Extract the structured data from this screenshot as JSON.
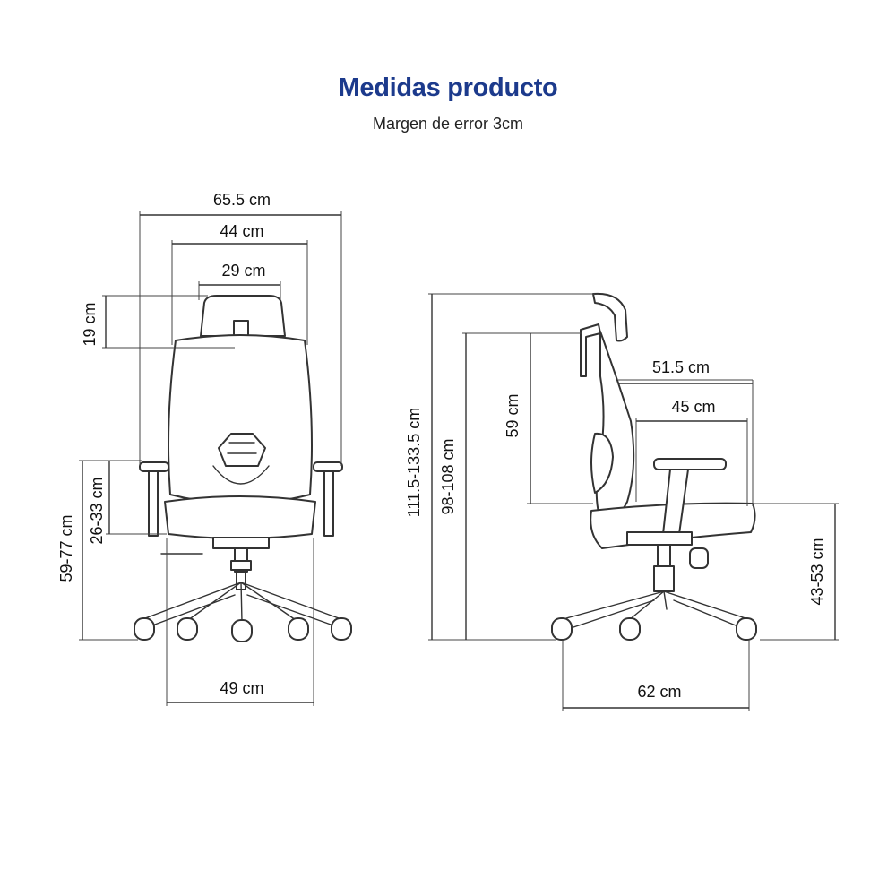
{
  "header": {
    "title": "Medidas producto",
    "subtitle": "Margen de error 3cm"
  },
  "front_view": {
    "overall_width": "65.5 cm",
    "backrest_width": "44 cm",
    "headrest_width": "29 cm",
    "headrest_height": "19 cm",
    "armrest_height": "59-77 cm",
    "armrest_adjust": "26-33 cm",
    "seat_width": "49 cm"
  },
  "side_view": {
    "total_height": "111.5-133.5 cm",
    "back_height": "98-108 cm",
    "backrest_height": "59 cm",
    "seat_depth_max": "51.5 cm",
    "seat_depth": "45 cm",
    "seat_height": "43-53 cm",
    "base_depth": "62 cm"
  },
  "colors": {
    "title": "#1c3a8c",
    "lines": "#333333"
  }
}
